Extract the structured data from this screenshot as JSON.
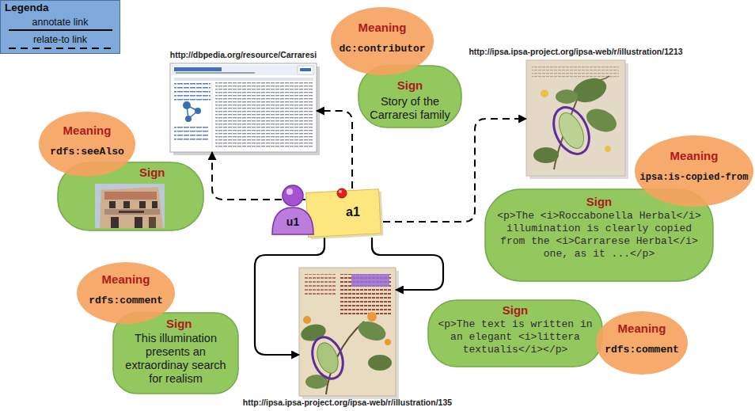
{
  "diagram": {
    "nodes": [
      {
        "text": [
          "http://dbpedia.org/resource/Carraresi"
        ]
      },
      {
        "text": [
          "Meaning",
          "dc:contributor"
        ]
      },
      {
        "text": [
          "Sign",
          "Story of the Carraresi family"
        ]
      },
      {
        "text": [
          "http://ipsa.ipsa-project.org/ipsa-web/r/illustration/1213"
        ]
      },
      {
        "text": [
          "Meaning",
          "rdfs:seeAlso"
        ]
      },
      {
        "text": [
          "Sign"
        ]
      },
      {
        "text": [
          "Meaning",
          "ipsa:is-copied-from"
        ]
      },
      {
        "text": [
          "u1"
        ]
      },
      {
        "text": [
          "a1"
        ]
      },
      {
        "text": [
          "Sign",
          "<p>The <i>Roccabonella Herbal</i> illumination is clearly copied from the <i>Carrarese Herbal</i> one, as it ...</p>"
        ]
      },
      {
        "text": [
          "Meaning",
          "rdfs:comment"
        ]
      },
      {
        "text": [
          "Sign",
          "This illumination presents an extraordinay search for realism"
        ]
      },
      {
        "text": [
          "Sign",
          "<p>The text is written in an elegant <i>littera textualis</i></p>"
        ]
      },
      {
        "text": [
          "Meaning",
          "rdfs:comment"
        ]
      },
      {
        "text": [
          "http://ipsa.ipsa-project.org/ipsa-web/r/illustration/135"
        ]
      }
    ],
    "edges": [
      {
        "from": 8,
        "to": 0,
        "arrow": "to"
      },
      {
        "from": 8,
        "to": 0,
        "arrow": "to"
      },
      {
        "from": 8,
        "to": 3,
        "arrow": "to"
      },
      {
        "from": 8,
        "to": 14,
        "arrow": "to"
      },
      {
        "from": 8,
        "to": 14,
        "arrow": "to"
      }
    ],
    "labels": [
      "Legenda"
    ],
    "legend": [
      {
        "text": "annotate link"
      },
      {
        "text": "relate-to link"
      }
    ]
  }
}
